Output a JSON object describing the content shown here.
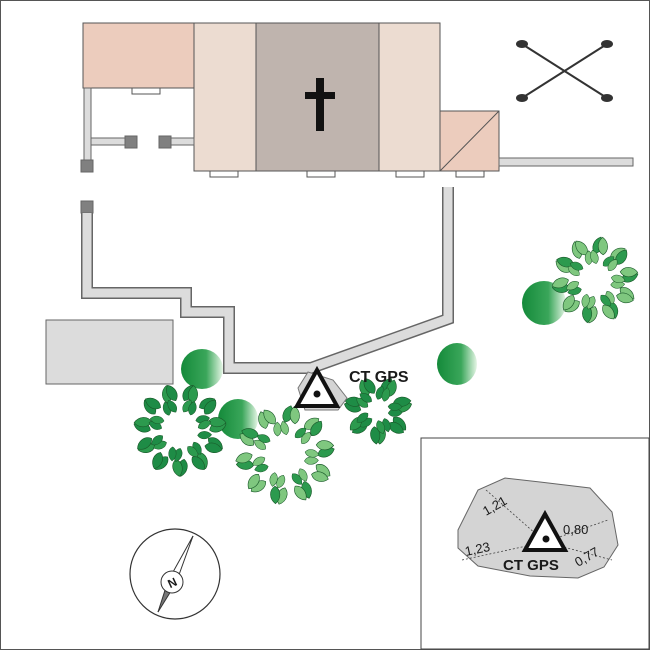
{
  "map": {
    "gps_label": "CT GPS",
    "north_label": "N",
    "inset": {
      "gps_label": "CT GPS",
      "dimensions": [
        "1,21",
        "1,23",
        "0,80",
        "0,77"
      ]
    }
  },
  "colors": {
    "church_nave": "#bfb4ae",
    "church_side": "#ecdcd1",
    "annex_roof": "#ecccbd",
    "path": "#dcdcdc",
    "rock": "#d4d4d4",
    "shrub_dark": "#1e8c46",
    "shrub_light": "#7fc77f",
    "outline": "#333333"
  },
  "icons": [
    "cross-icon",
    "crossed-tools-icon",
    "gps-triangle-icon",
    "north-arrow-icon",
    "shrub-icon",
    "bush-icon"
  ]
}
